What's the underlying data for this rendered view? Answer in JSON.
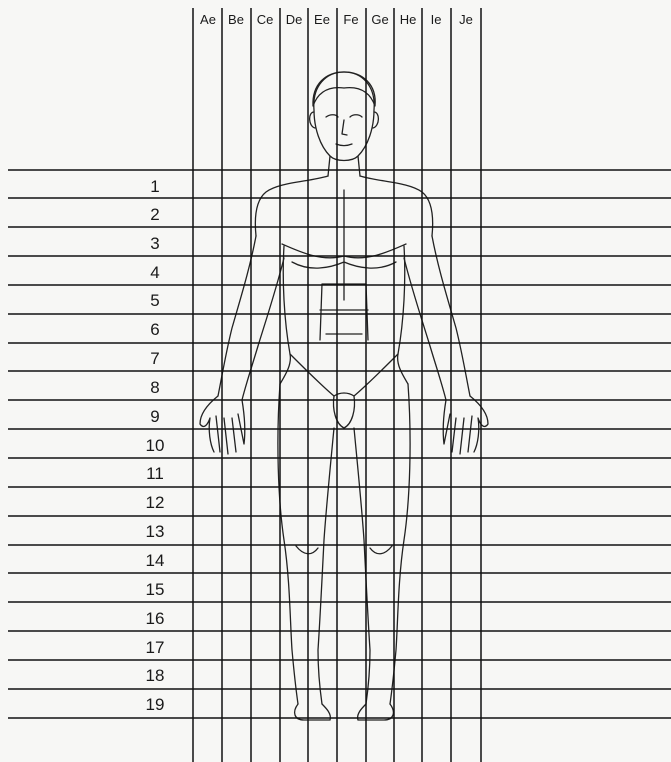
{
  "columns": [
    {
      "label": "Ae"
    },
    {
      "label": "Be"
    },
    {
      "label": "Ce"
    },
    {
      "label": "De"
    },
    {
      "label": "Ee"
    },
    {
      "label": "Fe"
    },
    {
      "label": "Ge"
    },
    {
      "label": "He"
    },
    {
      "label": "Ie"
    },
    {
      "label": "Je"
    }
  ],
  "rows": [
    {
      "label": "1"
    },
    {
      "label": "2"
    },
    {
      "label": "3"
    },
    {
      "label": "4"
    },
    {
      "label": "5"
    },
    {
      "label": "6"
    },
    {
      "label": "7"
    },
    {
      "label": "8"
    },
    {
      "label": "9"
    },
    {
      "label": "10"
    },
    {
      "label": "11"
    },
    {
      "label": "12"
    },
    {
      "label": "13"
    },
    {
      "label": "14"
    },
    {
      "label": "15"
    },
    {
      "label": "16"
    },
    {
      "label": "17"
    },
    {
      "label": "18"
    },
    {
      "label": "19"
    }
  ],
  "colors": {
    "line": "#111111",
    "figure": "#222222",
    "background": "#f7f7f5"
  }
}
